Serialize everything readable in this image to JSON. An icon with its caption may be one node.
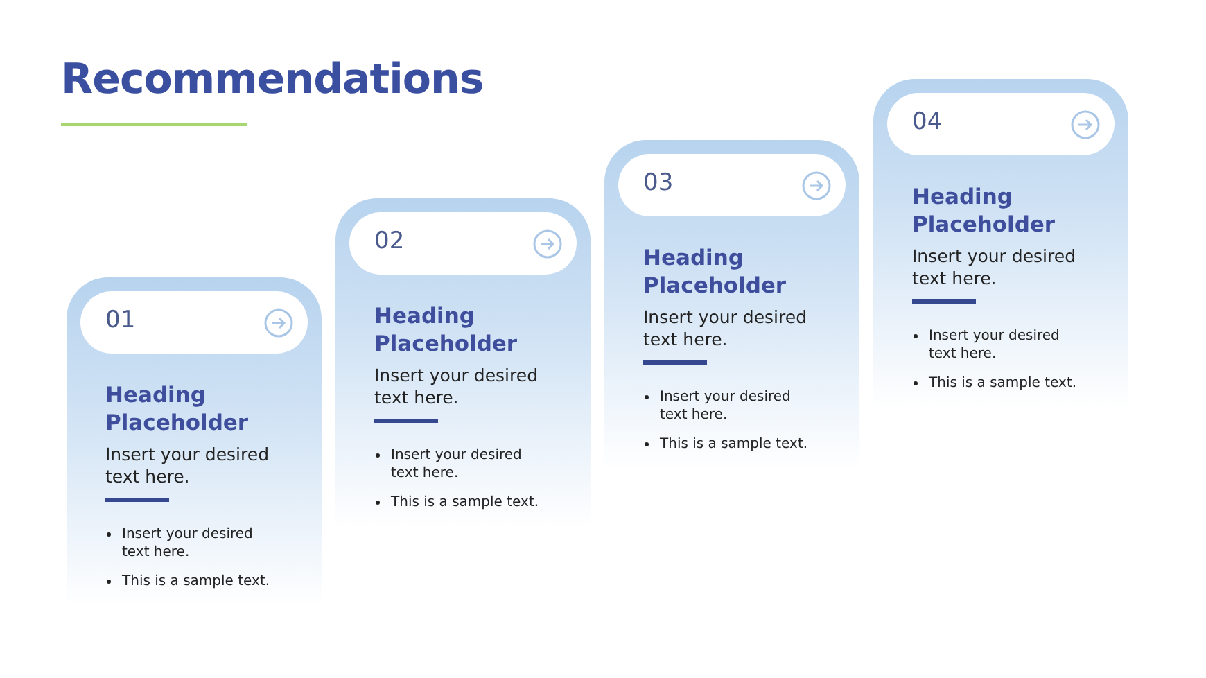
{
  "diagram": {
    "title": "Recommendations",
    "nodes": [
      {
        "text": [
          "Heading Placeholder",
          "Insert your desired text here.",
          "Insert your desired text here.",
          "This is a sample text."
        ]
      },
      {
        "text": [
          "01"
        ],
        "in": 0
      },
      {
        "text": [
          "Heading Placeholder",
          "Insert your desired text here.",
          "Insert your desired text here.",
          "This is a sample text."
        ]
      },
      {
        "text": [
          "02"
        ],
        "in": 2
      },
      {
        "text": [
          "Heading Placeholder",
          "Insert your desired text here.",
          "Insert your desired text here.",
          "This is a sample text."
        ]
      },
      {
        "text": [
          "03"
        ],
        "in": 4
      },
      {
        "text": [
          "Heading Placeholder",
          "Insert your desired text here.",
          "Insert your desired text here.",
          "This is a sample text."
        ]
      },
      {
        "text": [
          "04"
        ],
        "in": 6
      }
    ],
    "edges": []
  }
}
